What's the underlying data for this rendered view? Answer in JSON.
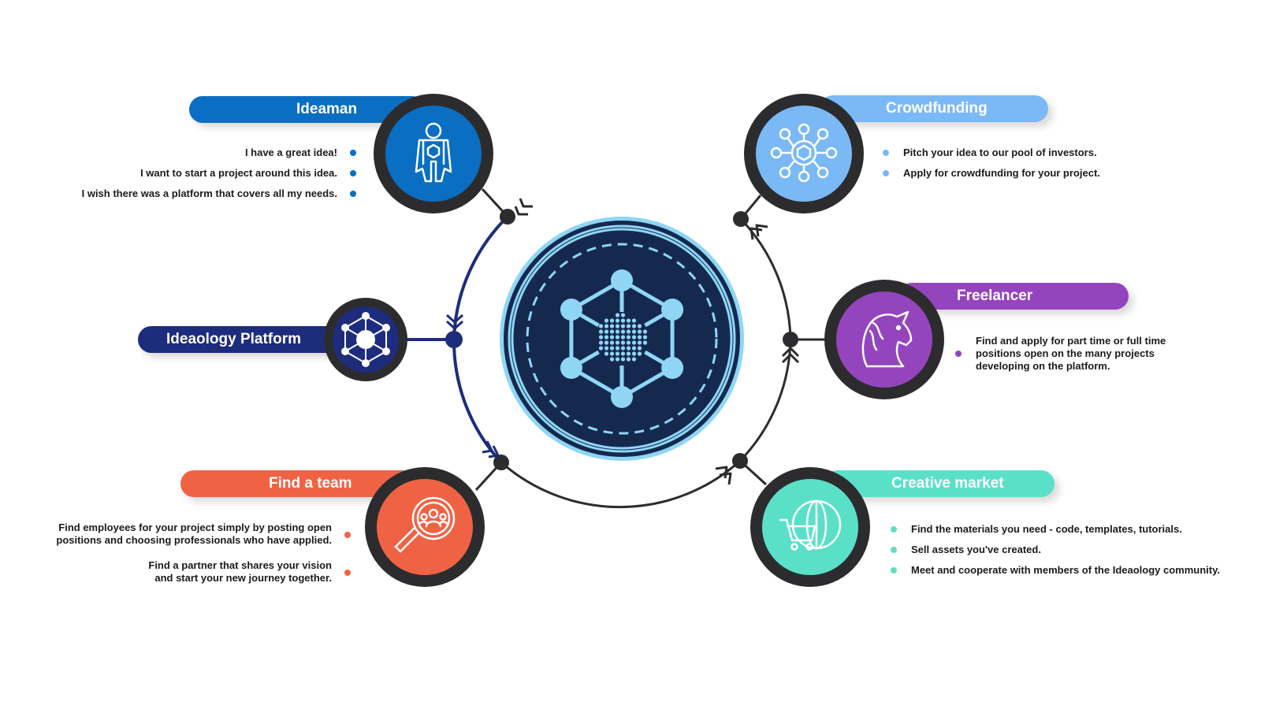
{
  "colors": {
    "ideaman": "#0a6ec2",
    "crowdfunding": "#7ab9f5",
    "platform": "#1e2c7d",
    "freelancer": "#9445bd",
    "team": "#ef6344",
    "market": "#5be0c8",
    "ring": "#2c2c2e",
    "hub_dark": "#15294f",
    "hub_light": "#8fd6f5"
  },
  "icons": {
    "ideaman": "superhero-icon",
    "crowdfunding": "coin-network-icon",
    "platform": "hexagon-network-icon",
    "freelancer": "unicorn-icon",
    "team": "magnifier-team-icon",
    "market": "globe-cart-icon",
    "hub": "hexagon-network-icon"
  },
  "nodes": {
    "ideaman": {
      "title": "Ideaman",
      "items": [
        "I have a great idea!",
        "I want to start a project around this idea.",
        "I wish there was a platform that covers all my needs."
      ]
    },
    "crowdfunding": {
      "title": "Crowdfunding",
      "items": [
        "Pitch your idea to our pool of investors.",
        "Apply for crowdfunding for your project."
      ]
    },
    "platform": {
      "title": "Ideaology Platform"
    },
    "freelancer": {
      "title": "Freelancer",
      "items": [
        "Find and apply for part time or full time positions open on the many projects developing on the platform."
      ]
    },
    "team": {
      "title": "Find a team",
      "items": [
        "Find employees for your project simply by posting open positions and choosing professionals who have applied.",
        "Find a partner that shares your vision and start your new journey together."
      ]
    },
    "market": {
      "title": "Creative market",
      "items": [
        "Find the materials you need - code, templates, tutorials.",
        "Sell assets you've created.",
        "Meet and cooperate with members of the Ideaology community."
      ]
    }
  }
}
